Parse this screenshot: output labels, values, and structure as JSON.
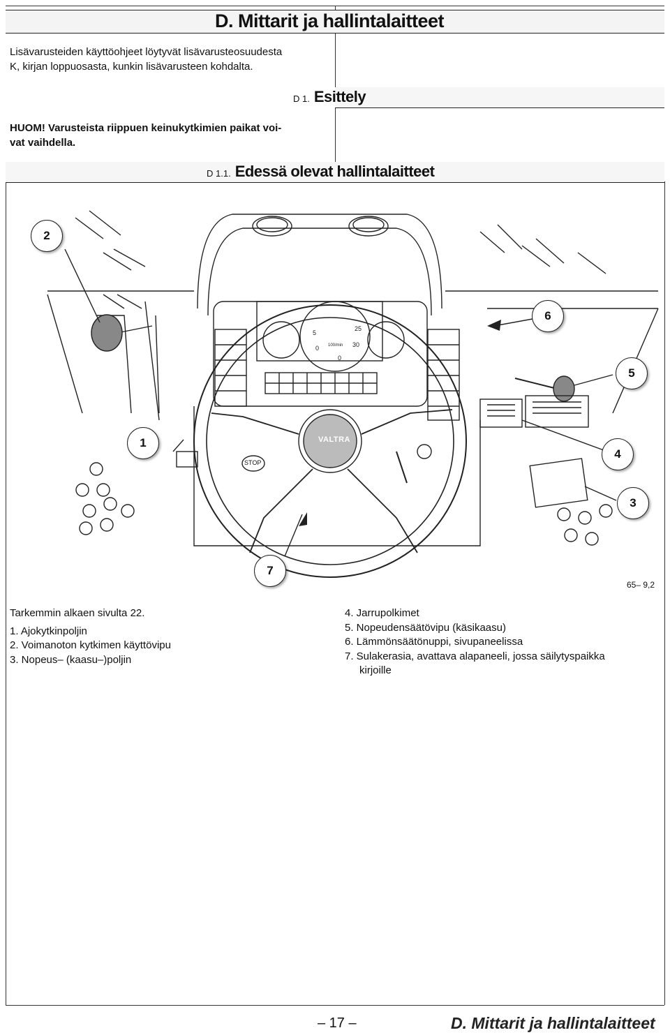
{
  "header": {
    "chapter_title": "D. Mittarit ja hallintalaitteet"
  },
  "intro": {
    "line1": "Lisävarusteiden käyttöohjeet löytyvät lisävarusteosuudesta",
    "line2": "K, kirjan loppuosasta, kunkin lisävarusteen kohdalta."
  },
  "section_d1": {
    "number": "D 1.",
    "title": "Esittely"
  },
  "note": {
    "line1": "HUOM! Varusteista riippuen keinukytkimien paikat voi-",
    "line2": "vat vaihdella."
  },
  "section_d11": {
    "number": "D 1.1.",
    "title": "Edessä olevat hallintalaitteet"
  },
  "figure": {
    "callouts": [
      "2",
      "6",
      "5",
      "1",
      "4",
      "3",
      "7"
    ],
    "brand": "VALTRA",
    "stop_label": "STOP",
    "gauge_labels": [
      "5",
      "25",
      "30",
      "0",
      "100/min",
      "0"
    ],
    "figure_code": "65– 9,2"
  },
  "legend": {
    "intro": "Tarkemmin alkaen sivulta 22.",
    "left_items": [
      "1. Ajokytkinpoljin",
      "2. Voimanoton kytkimen käyttövipu",
      "3. Nopeus– (kaasu–)poljin"
    ],
    "right_items": [
      "4. Jarrupolkimet",
      "5. Nopeudensäätövipu (käsikaasu)",
      "6. Lämmönsäätönuppi, sivupaneelissa",
      "7. Sulakerasia, avattava alapaneeli, jossa säilytyspaikka"
    ],
    "right_item7_cont": "kirjoille"
  },
  "footer": {
    "page_number": "– 17 –",
    "chapter_title": "D. Mittarit ja hallintalaitteet"
  }
}
